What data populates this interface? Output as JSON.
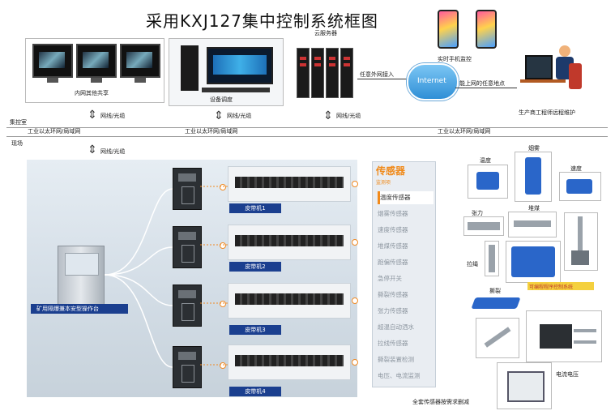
{
  "title": "采用KXJ127集中控制系统框图",
  "top": {
    "monitors_label": "内网其他共享",
    "workstation_label": "设备调度",
    "server_label": "云服务器",
    "internet_label": "Internet",
    "remote_access_label": "任意外网接入",
    "anywhere_label": "能上网的任意地点",
    "phone_label": "实时手机监控",
    "engineer_label": "生产商工程师远程维护"
  },
  "links": {
    "fiber_label": "网线/光缆"
  },
  "zones": {
    "control_room": "集控室",
    "field": "现场"
  },
  "ring_label": "工业以太环网/局域网",
  "scene": {
    "console_label": "矿用隔爆兼本安型操作台",
    "belts": [
      "皮带机1",
      "皮带机2",
      "皮带机3",
      "皮带机4"
    ]
  },
  "sensor_panel": {
    "heading": "传感器",
    "subheading": "监测项",
    "items": [
      "温度传感器",
      "烟雾传感器",
      "速度传感器",
      "堆煤传感器",
      "跑偏传感器",
      "急停开关",
      "撕裂传感器",
      "张力传感器",
      "超温自动洒水",
      "拉线传感器",
      "撕裂装置检测",
      "电压、电流监测"
    ]
  },
  "devices": {
    "temperature": "温度",
    "smoke": "烟雾",
    "speed": "速度",
    "tension": "张力",
    "coal": "堆煤",
    "tear": "撕裂",
    "pullcord": "拉绳",
    "protector": "可编程程序控制系统",
    "voltage": "电流电压",
    "footer": "全套传感器按需求删减"
  }
}
